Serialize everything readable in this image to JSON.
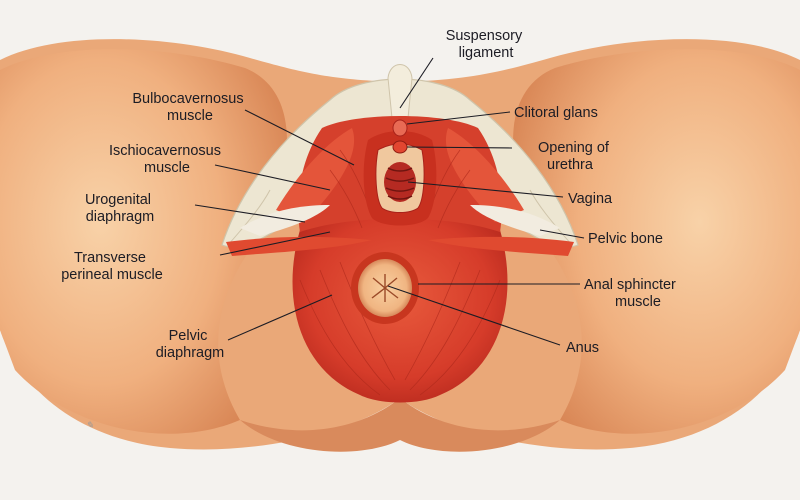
{
  "labels": {
    "suspensory_ligament": [
      "Suspensory",
      "ligament"
    ],
    "bulbocavernosus": [
      "Bulbocavernosus",
      "muscle"
    ],
    "ischiocavernosus": [
      "Ischiocavernosus",
      "muscle"
    ],
    "urogenital_diaphragm": [
      "Urogenital",
      "diaphragm"
    ],
    "transverse_perineal": [
      "Transverse",
      "perineal muscle"
    ],
    "pelvic_diaphragm": [
      "Pelvic",
      "diaphragm"
    ],
    "clitoral_glans": [
      "Clitoral glans"
    ],
    "opening_of_urethra": [
      "Opening of",
      "urethra"
    ],
    "vagina": [
      "Vagina"
    ],
    "pelvic_bone": [
      "Pelvic bone"
    ],
    "anal_sphincter": [
      "Anal sphincter",
      "muscle"
    ],
    "anus": [
      "Anus"
    ]
  },
  "colors": {
    "background": "#f4f2ee",
    "skin": "#f0b58a",
    "skin_shadow": "#d98a5c",
    "muscle": "#d8402e",
    "muscle_dark": "#a8221a",
    "bone": "#ece6d6",
    "ligament": "#f0ead8"
  }
}
